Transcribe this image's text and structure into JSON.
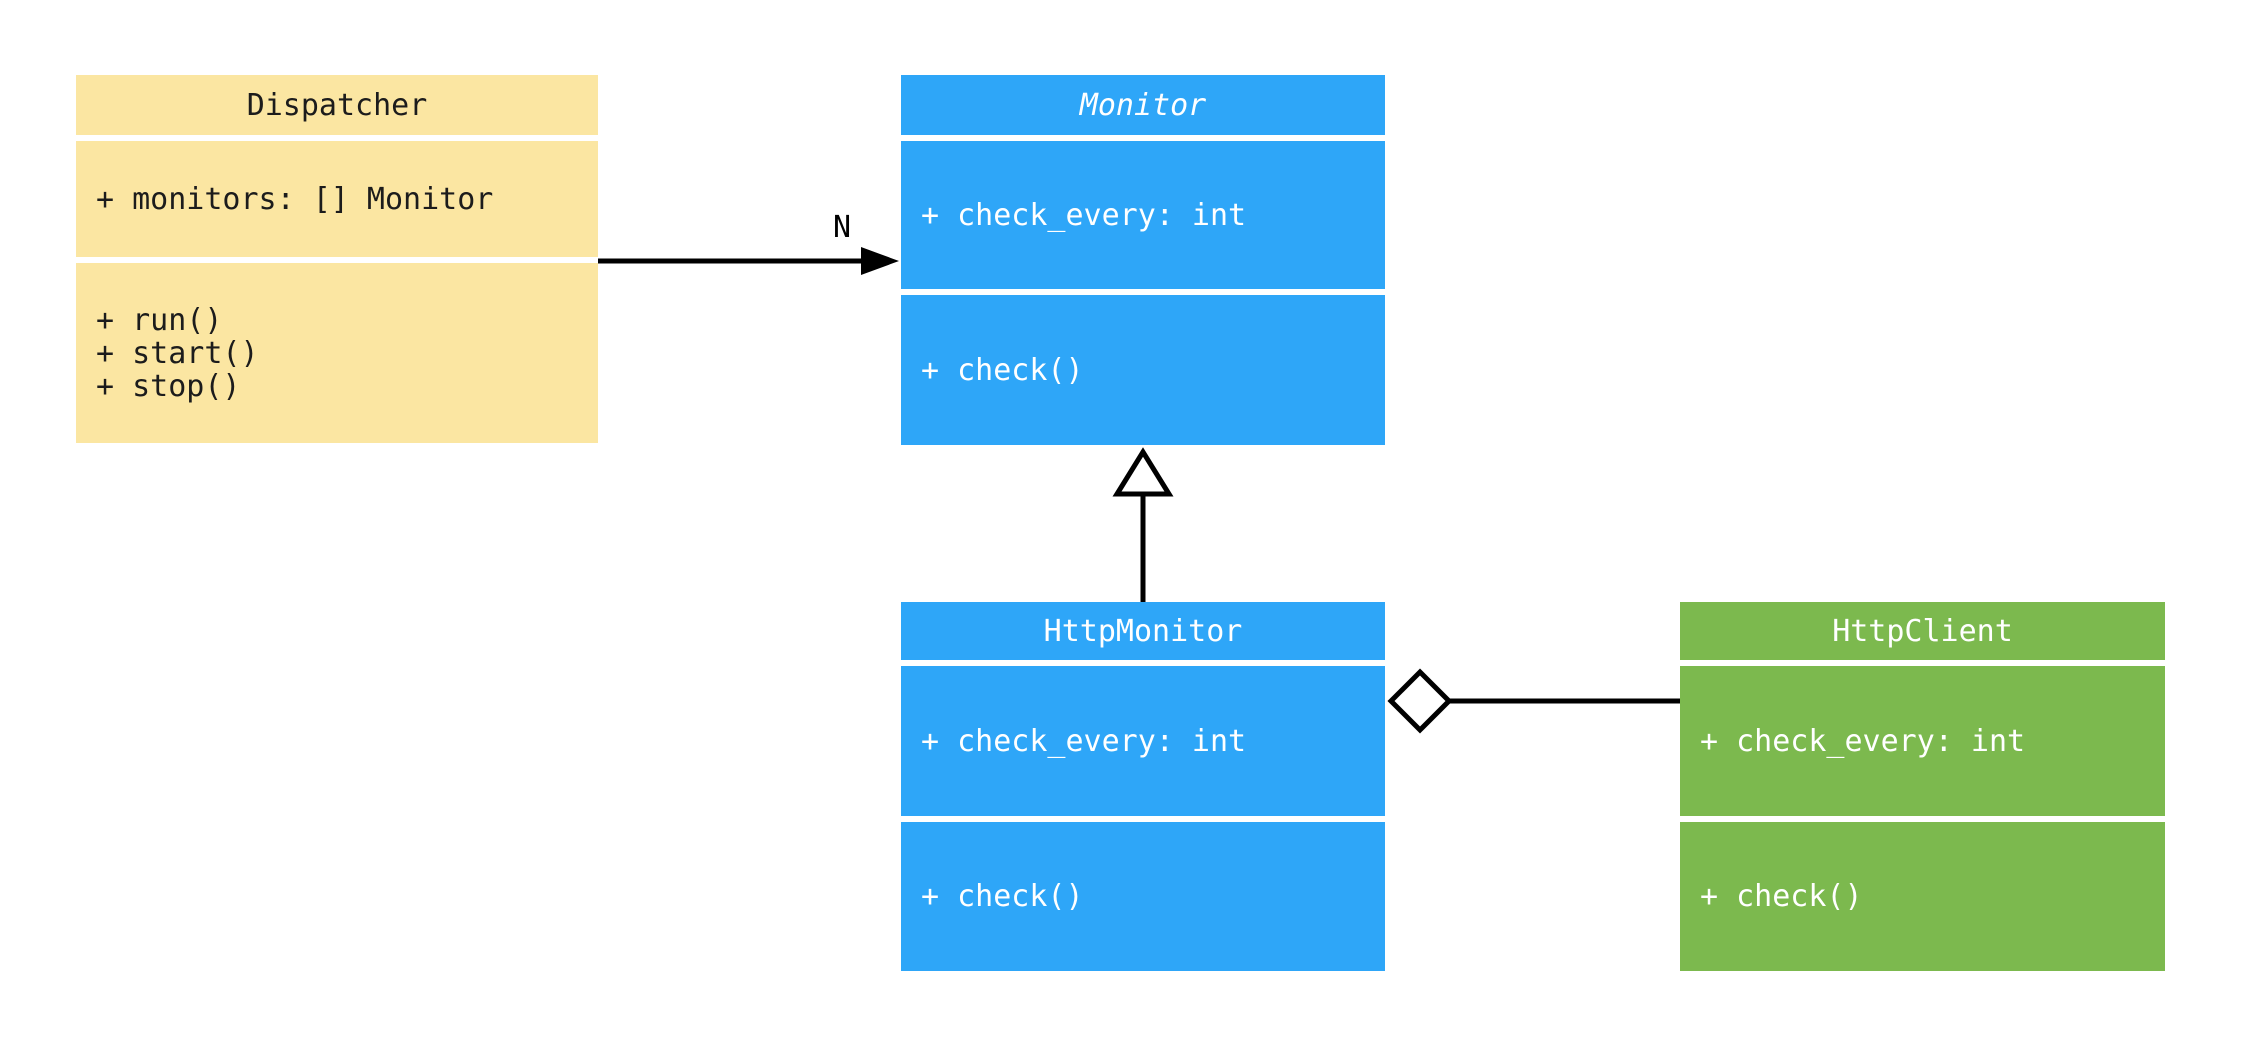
{
  "diagram": {
    "type": "uml-class-diagram",
    "background": "#FFFFFF",
    "classes": [
      {
        "id": "dispatcher",
        "name": "Dispatcher",
        "abstract": false,
        "fill": "#FBE6A2",
        "text_color": "#1C1C1C",
        "attributes": [
          "+ monitors: [] Monitor"
        ],
        "methods": [
          "+ run()",
          "+ start()",
          "+ stop()"
        ]
      },
      {
        "id": "monitor",
        "name": "Monitor",
        "abstract": true,
        "fill": "#2EA6F8",
        "text_color": "#FFFFFF",
        "attributes": [
          "+ check_every: int"
        ],
        "methods": [
          "+ check()"
        ]
      },
      {
        "id": "http-monitor",
        "name": "HttpMonitor",
        "abstract": false,
        "fill": "#2EA6F8",
        "text_color": "#FFFFFF",
        "attributes": [
          "+ check_every: int"
        ],
        "methods": [
          "+ check()"
        ]
      },
      {
        "id": "http-client",
        "name": "HttpClient",
        "abstract": false,
        "fill": "#7CB94E",
        "text_color": "#FFFFFF",
        "attributes": [
          "+ check_every: int"
        ],
        "methods": [
          "+ check()"
        ]
      }
    ],
    "relationships": [
      {
        "type": "association",
        "from": "Dispatcher",
        "to": "Monitor",
        "label": "N",
        "arrow": "filled-arrowhead"
      },
      {
        "type": "generalization",
        "from": "HttpMonitor",
        "to": "Monitor",
        "arrow": "hollow-triangle"
      },
      {
        "type": "aggregation",
        "from": "HttpMonitor",
        "to": "HttpClient",
        "arrow": "hollow-diamond"
      }
    ],
    "colors": {
      "connector_stroke": "#000000",
      "class_yellow": "#FBE6A2",
      "class_blue": "#2EA6F8",
      "class_green": "#7CB94E",
      "text_on_yellow": "#1C1C1C",
      "text_on_color": "#FFFFFF"
    }
  }
}
